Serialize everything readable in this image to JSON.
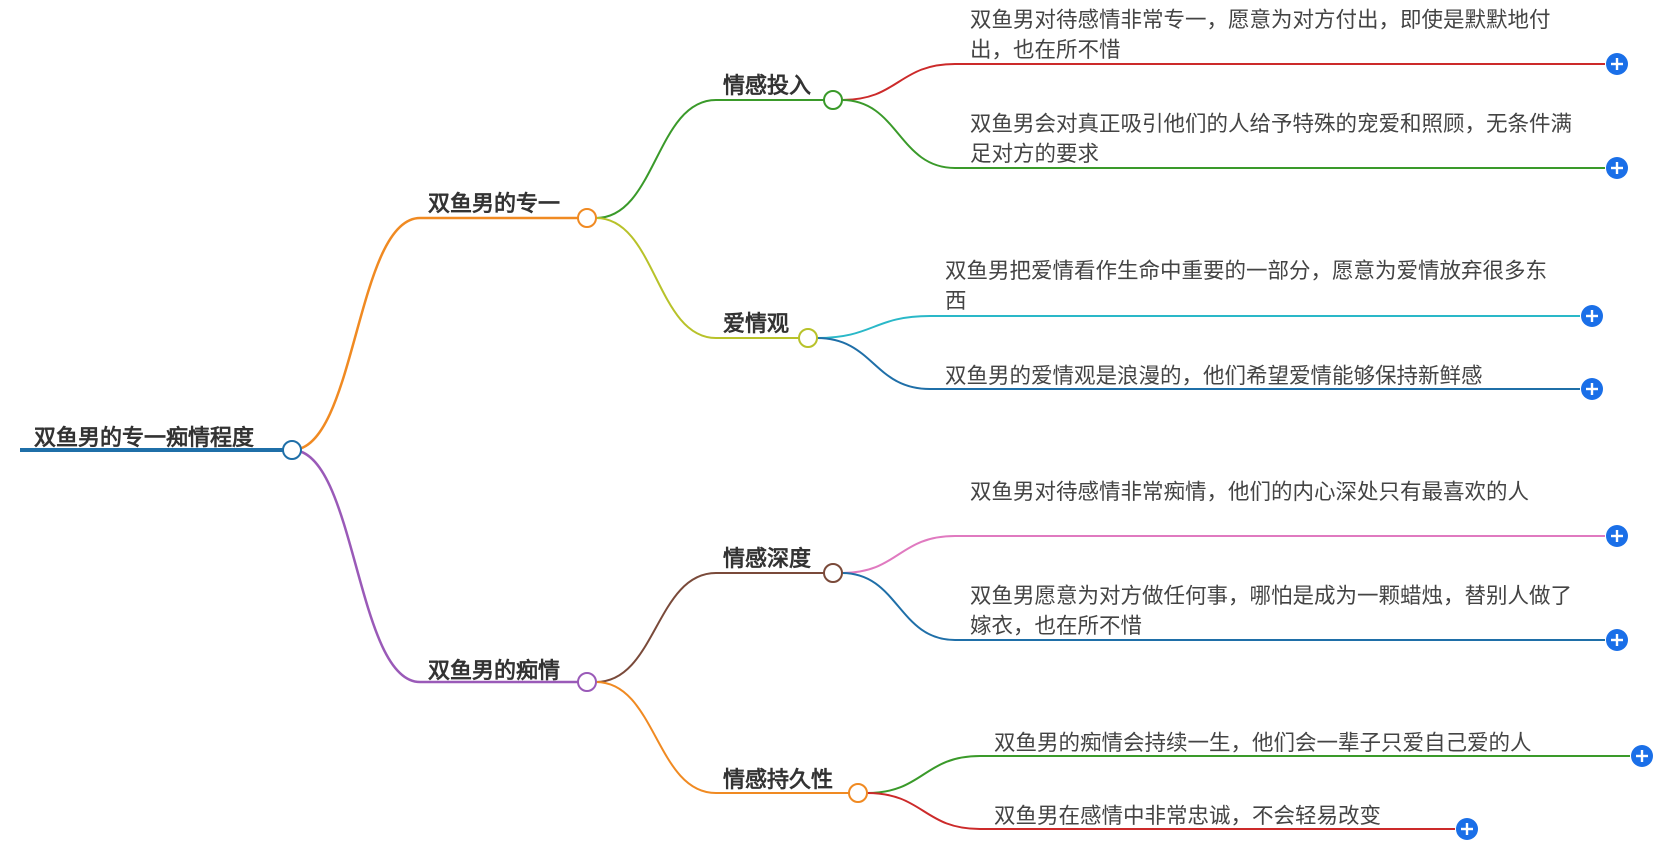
{
  "root": {
    "label": "双鱼男的专一痴情程度",
    "color": "#1f6fa8"
  },
  "branches": [
    {
      "label": "双鱼男的专一",
      "color": "#f08a22",
      "children": [
        {
          "label": "情感投入",
          "color": "#3a9a2a",
          "leaves": [
            {
              "text": "双鱼男对待感情非常专一，愿意为对方付出，即使是默默地付出，也在所不惜",
              "color": "#cc2a2a"
            },
            {
              "text": "双鱼男会对真正吸引他们的人给予特殊的宠爱和照顾，无条件满足对方的要求",
              "color": "#3a9a2a"
            }
          ]
        },
        {
          "label": "爱情观",
          "color": "#b8c22a",
          "leaves": [
            {
              "text": "双鱼男把爱情看作生命中重要的一部分，愿意为爱情放弃很多东西",
              "color": "#2ab8c8"
            },
            {
              "text": "双鱼男的爱情观是浪漫的，他们希望爱情能够保持新鲜感",
              "color": "#1f6fa8"
            }
          ]
        }
      ]
    },
    {
      "label": "双鱼男的痴情",
      "color": "#9a5ab8",
      "children": [
        {
          "label": "情感深度",
          "color": "#7a4a3a",
          "leaves": [
            {
              "text": "双鱼男对待感情非常痴情，他们的内心深处只有最喜欢的人",
              "color": "#e07ac0"
            },
            {
              "text": "双鱼男愿意为对方做任何事，哪怕是成为一颗蜡烛，替别人做了嫁衣，也在所不惜",
              "color": "#1f6fa8"
            }
          ]
        },
        {
          "label": "情感持久性",
          "color": "#f08a22",
          "leaves": [
            {
              "text": "双鱼男的痴情会持续一生，他们会一辈子只爱自己爱的人",
              "color": "#3a9a2a"
            },
            {
              "text": "双鱼男在感情中非常忠诚，不会轻易改变",
              "color": "#cc2a2a"
            }
          ]
        }
      ]
    }
  ],
  "icons": {
    "expand": "plus-circle-icon",
    "expand_color": "#1a6fe8"
  }
}
